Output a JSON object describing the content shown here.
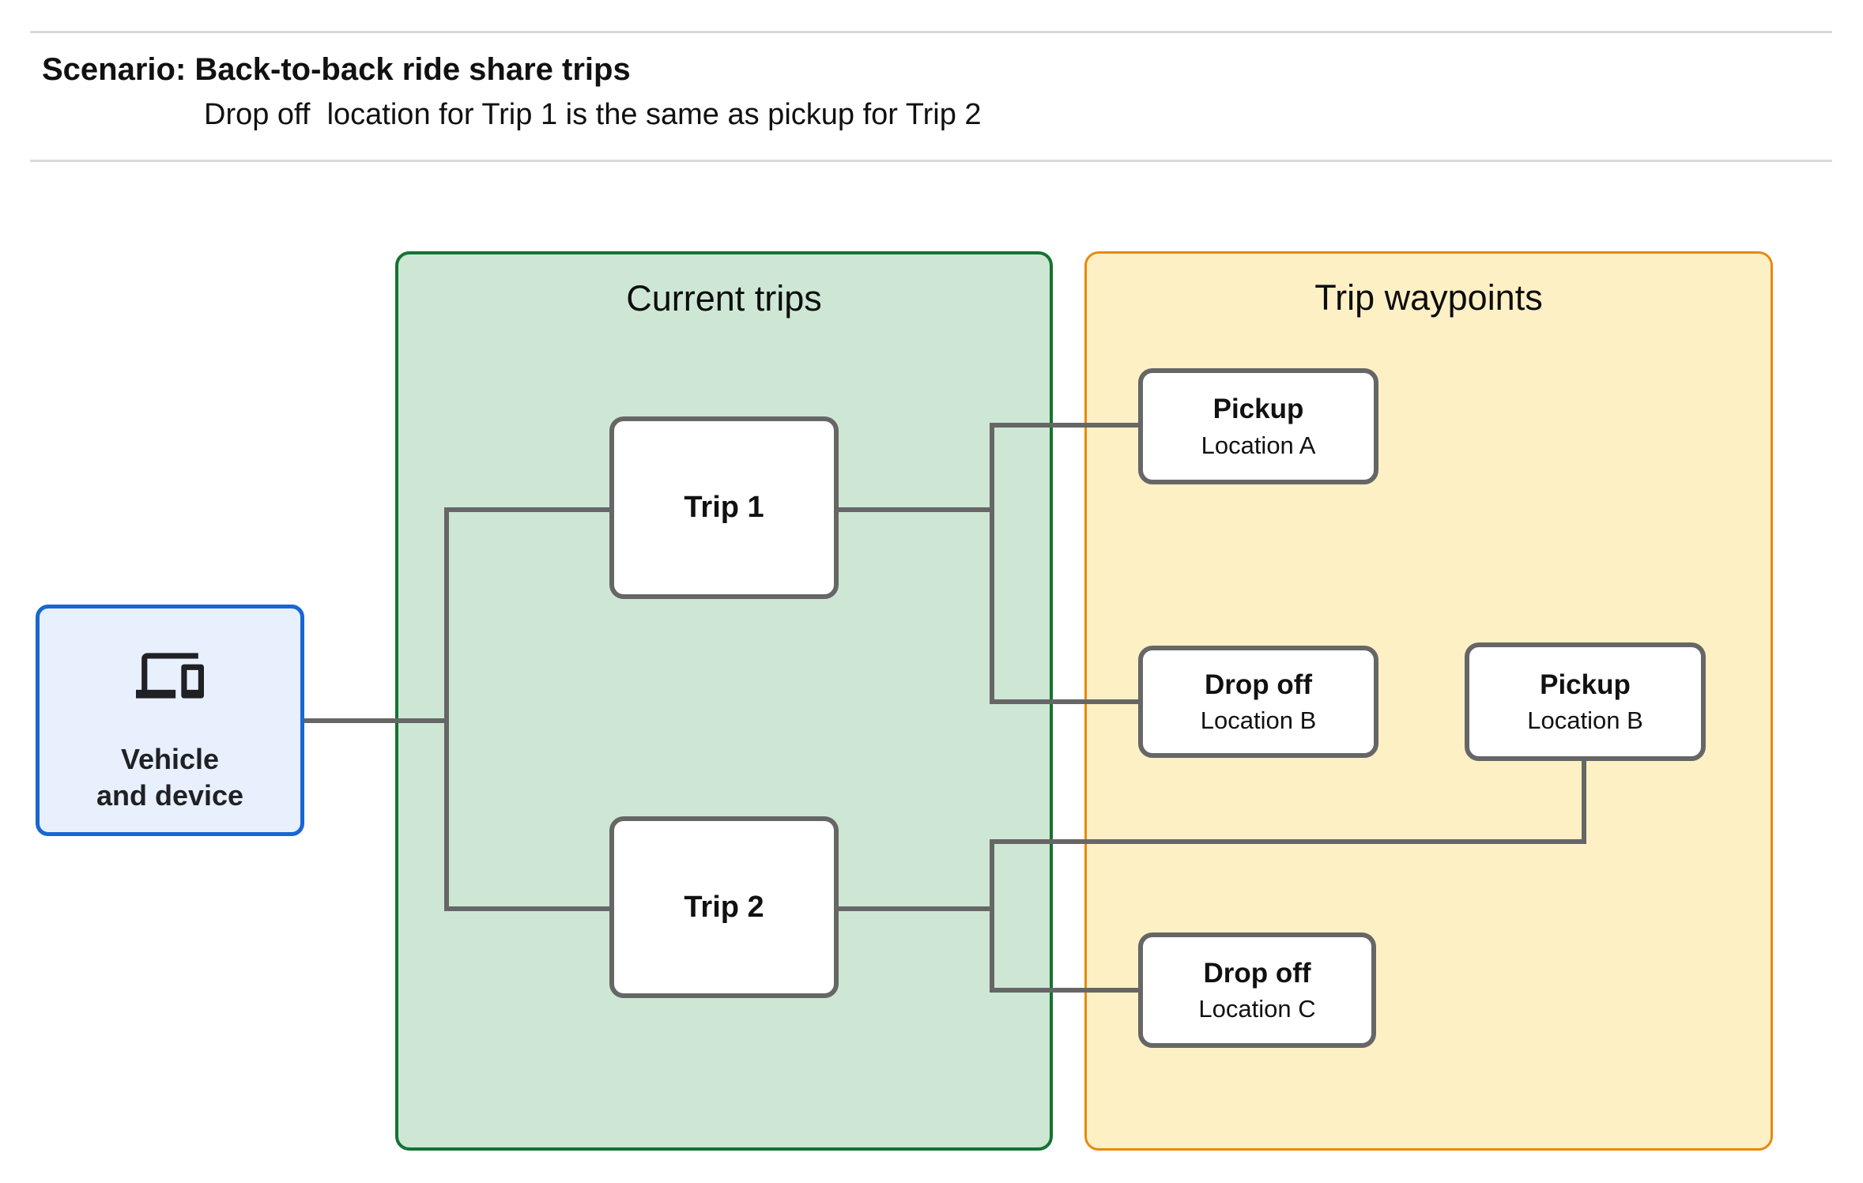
{
  "header": {
    "title": "Scenario: Back-to-back ride share trips",
    "subtitle": "Drop off  location for Trip 1 is the same as pickup for Trip 2"
  },
  "vehicle": {
    "line1": "Vehicle",
    "line2": "and device",
    "icon": "devices-icon"
  },
  "groups": {
    "current_trips": {
      "title": "Current trips"
    },
    "trip_waypoints": {
      "title": "Trip waypoints"
    }
  },
  "trip_nodes": [
    {
      "label": "Trip 1"
    },
    {
      "label": "Trip 2"
    }
  ],
  "waypoint_nodes": [
    {
      "title": "Pickup",
      "location": "Location A"
    },
    {
      "title": "Drop off",
      "location": "Location B"
    },
    {
      "title": "Pickup",
      "location": "Location B"
    },
    {
      "title": "Drop off",
      "location": "Location C"
    }
  ],
  "palette": {
    "vehicle_fill": "#e8f0fe",
    "vehicle_border": "#1967d2",
    "trips_fill": "#cde7d4",
    "trips_border": "#137333",
    "waypoints_fill": "#fdf0c5",
    "waypoints_border": "#e8890c",
    "node_border": "#666666",
    "connector": "#666666",
    "divider": "#d9d9d9",
    "text": "#202124"
  }
}
